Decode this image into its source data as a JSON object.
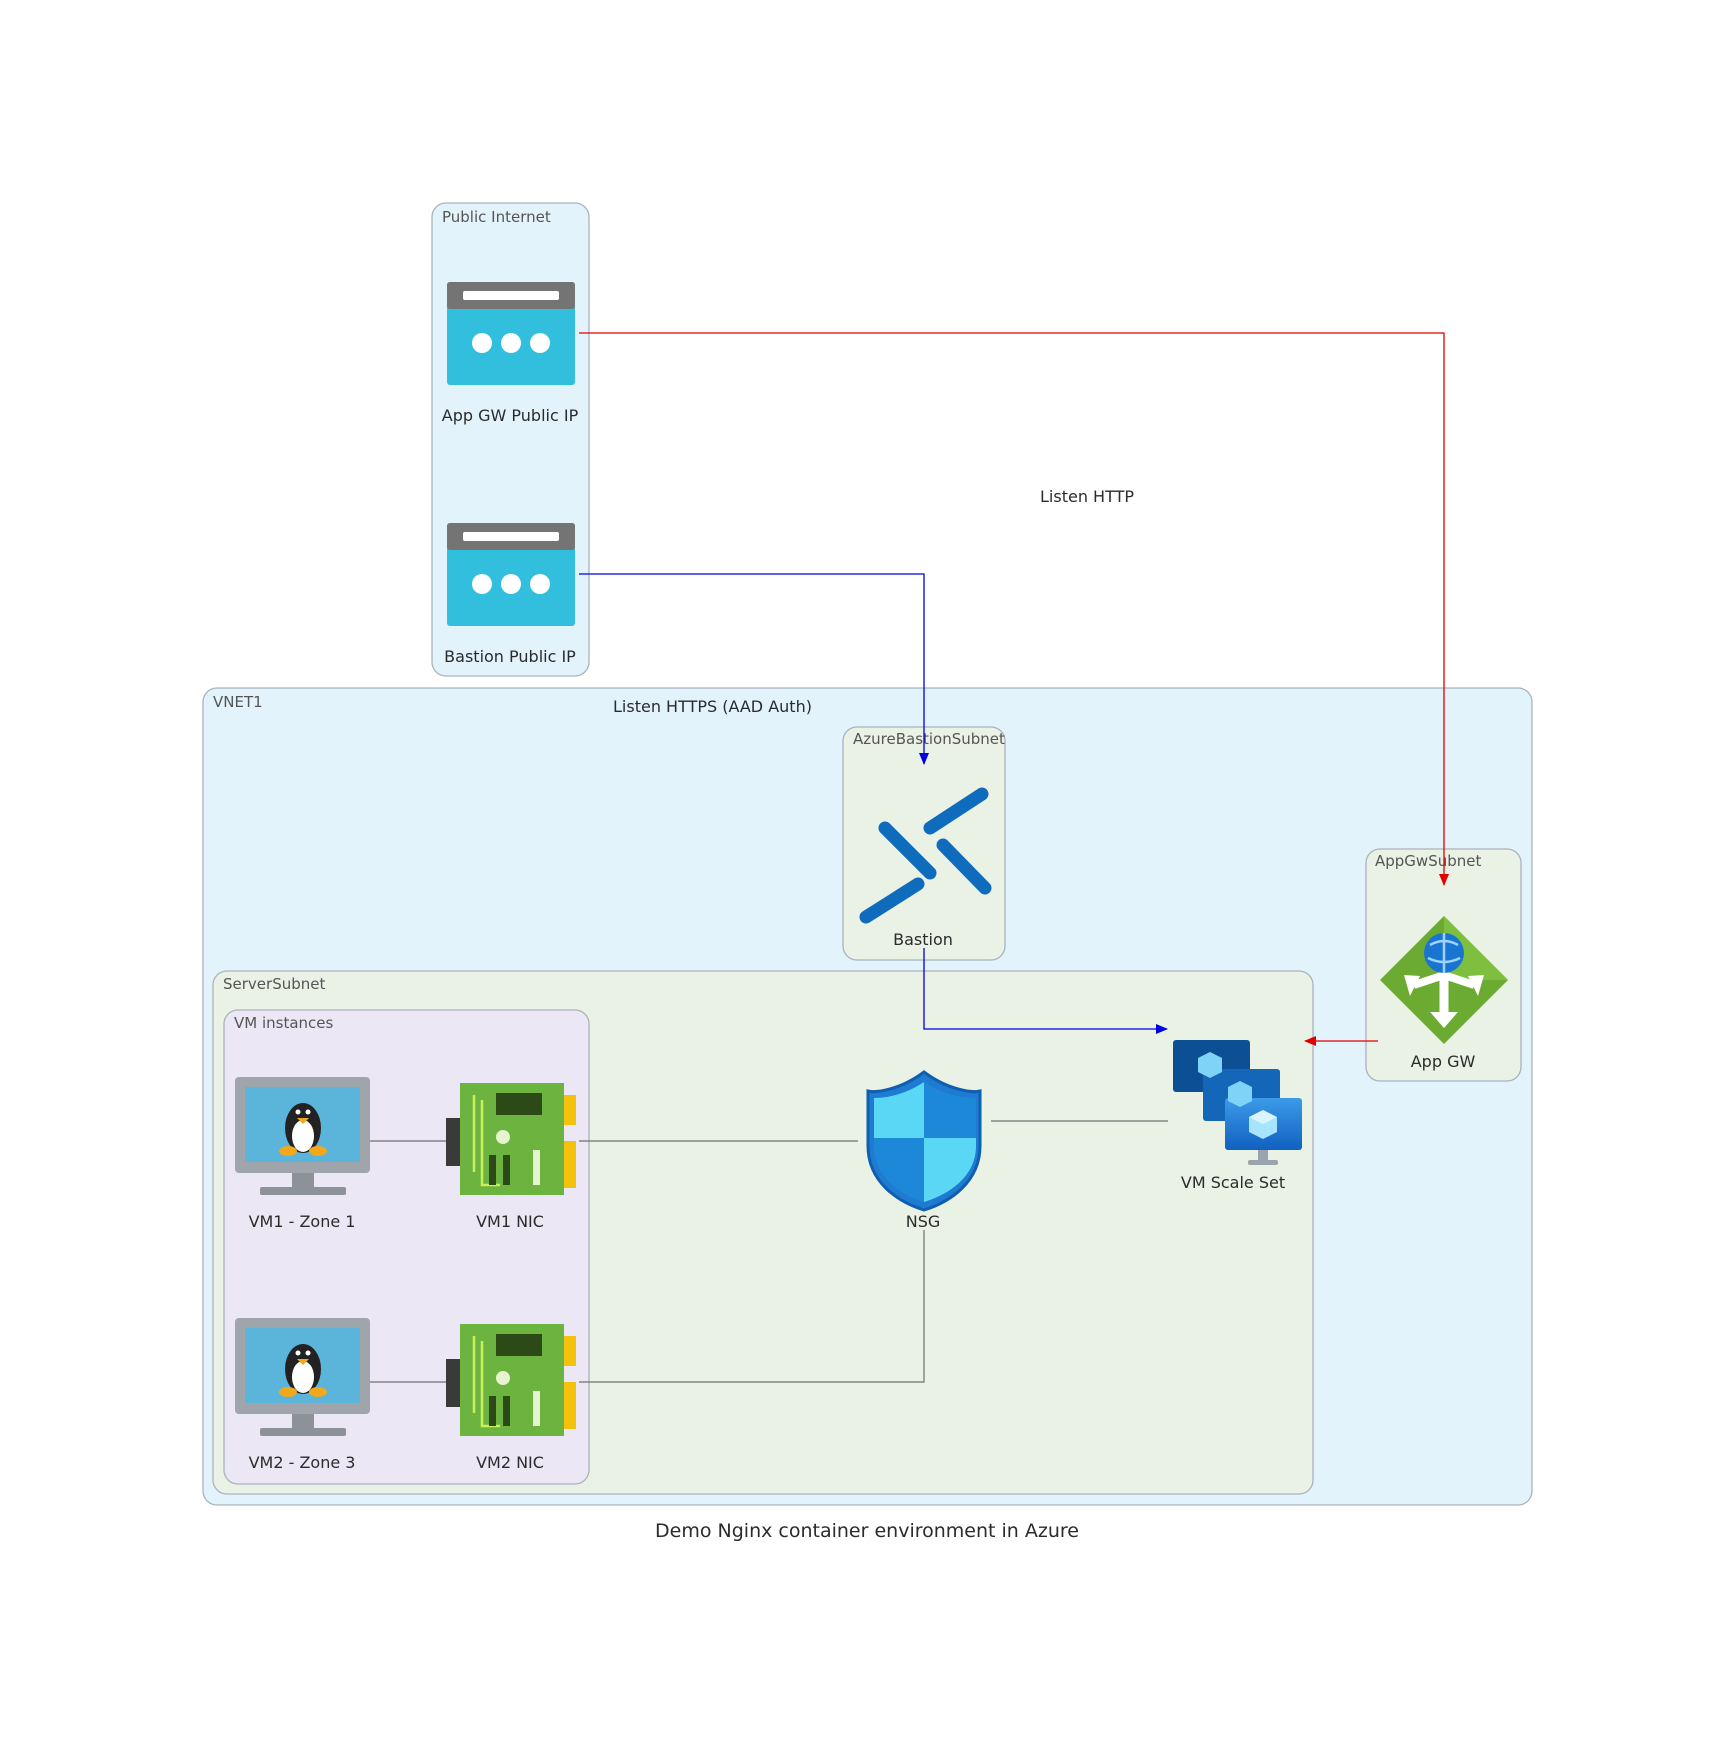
{
  "diagram": {
    "title": "Demo Nginx container environment in Azure",
    "clusters": {
      "public_internet": "Public Internet",
      "vnet1": "VNET1",
      "azure_bastion_subnet": "AzureBastionSubnet",
      "app_gw_subnet": "AppGwSubnet",
      "server_subnet": "ServerSubnet",
      "vm_instances": "VM instances"
    },
    "nodes": {
      "app_gw_public_ip": "App GW Public IP",
      "bastion_public_ip": "Bastion Public IP",
      "bastion": "Bastion",
      "app_gw": "App GW",
      "nsg": "NSG",
      "vm_scale_set": "VM Scale Set",
      "vm1": "VM1 - Zone 1",
      "vm1_nic": "VM1 NIC",
      "vm2": "VM2 - Zone 3",
      "vm2_nic": "VM2 NIC"
    },
    "edges": {
      "listen_http": "Listen HTTP",
      "listen_https": "Listen HTTPS (AAD Auth)"
    },
    "colors": {
      "http_edge": "#e00000",
      "https_edge": "#0000e0",
      "plain_edge": "#707070",
      "vnet_fill": "#e3f3fb",
      "subnet_fill": "#eaf1e5",
      "vm_instances_fill": "#ece7f4"
    },
    "icons": {
      "public_ip": "public-ip-icon",
      "bastion": "bastion-icon",
      "app_gw": "application-gateway-icon",
      "nsg": "network-security-group-icon",
      "vmss": "vm-scale-set-icon",
      "linux_vm": "linux-vm-icon",
      "nic": "network-interface-icon"
    }
  }
}
